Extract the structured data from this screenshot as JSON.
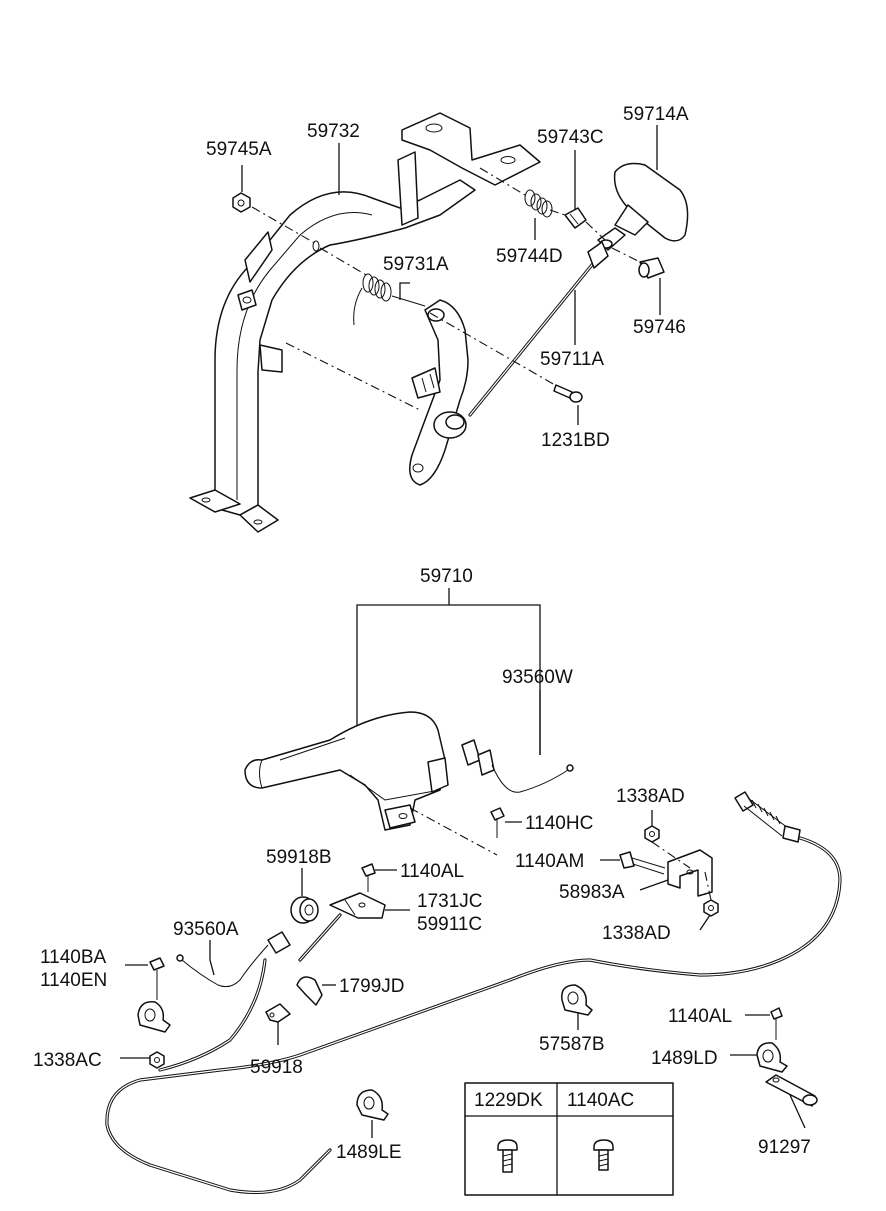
{
  "parts": {
    "p59745A": "59745A",
    "p59732": "59732",
    "p59743C": "59743C",
    "p59714A": "59714A",
    "p59744D": "59744D",
    "p59731A": "59731A",
    "p59746": "59746",
    "p59711A": "59711A",
    "p1231BD": "1231BD",
    "p59710": "59710",
    "p93560W": "93560W",
    "p1338AD_top": "1338AD",
    "p1140HC": "1140HC",
    "p1140AM": "1140AM",
    "p58983A": "58983A",
    "p1338AD_bottom": "1338AD",
    "p59918B": "59918B",
    "p1140AL_left": "1140AL",
    "p1731JC": "1731JC",
    "p59911C": "59911C",
    "p93560A": "93560A",
    "p1140BA": "1140BA",
    "p1140EN": "1140EN",
    "p1799JD": "1799JD",
    "p1338AC": "1338AC",
    "p59918": "59918",
    "p57587B": "57587B",
    "p1140AL_right": "1140AL",
    "p1489LD": "1489LD",
    "p91297": "91297",
    "p1489LE": "1489LE"
  },
  "legend_table": {
    "col1": "1229DK",
    "col2": "1140AC"
  }
}
